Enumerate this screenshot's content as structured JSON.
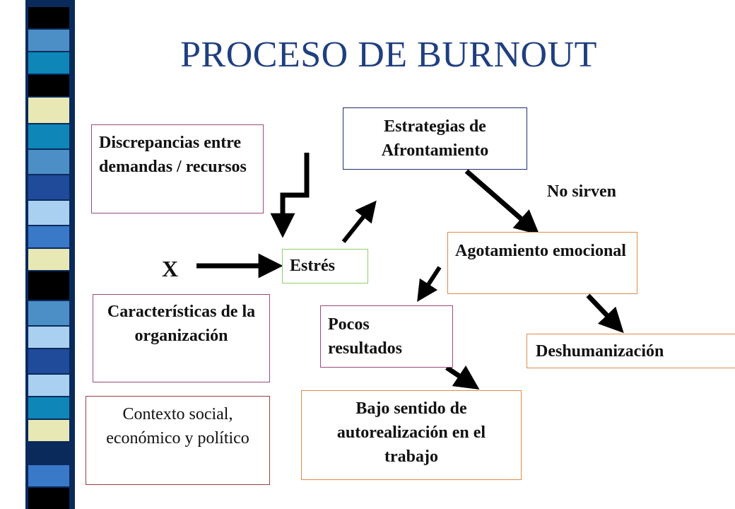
{
  "title": "PROCESO DE BURNOUT",
  "nodes": {
    "discrepancias": "Discrepancias entre demandas / recursos",
    "estrategias": "Estrategias de Afrontamiento",
    "no_sirven": "No sirven",
    "x": "X",
    "estres": "Estrés",
    "agotamiento": "Agotamiento emocional",
    "caracteristicas": "Características de la organización",
    "pocos": "Pocos resultados",
    "deshumanizacion": "Deshumanización",
    "contexto": "Contexto social, económico y político",
    "bajo": "Bajo sentido de autorealización en el trabajo"
  },
  "colors": {
    "title": "#1f3f7f",
    "border_pink": "#9b4a7d",
    "border_green": "#8fcf6a",
    "border_navy": "#1e2f6b",
    "border_orange": "#e08a4a",
    "border_brown": "#9b3f3f",
    "stripe_palette": [
      "#000000",
      "#4b8fc6",
      "#1f4b9a",
      "#e8e8b4",
      "#0a2a5c",
      "#a9d0f0",
      "#3a78c8",
      "#0e86b8"
    ]
  }
}
